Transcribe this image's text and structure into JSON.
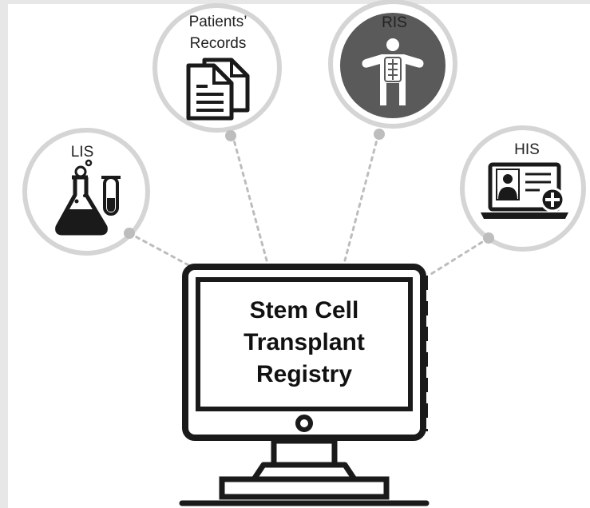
{
  "diagram": {
    "nodes": {
      "lis": {
        "label": "LIS",
        "icon": "lab-flask-test-tube-icon"
      },
      "patients_records": {
        "label_line1": "Patients’",
        "label_line2": "Records",
        "icon": "documents-icon"
      },
      "ris": {
        "label": "RIS",
        "icon": "x-ray-body-icon"
      },
      "his": {
        "label": "HIS",
        "icon": "laptop-doctor-profile-icon"
      }
    },
    "center": {
      "title_line1": "Stem Cell",
      "title_line2": "Transplant",
      "title_line3": "Registry",
      "icon": "desktop-monitor-icon"
    }
  },
  "colors": {
    "background": "#e7e7e7",
    "main_panel": "#ffffff",
    "circle_border": "#d5d5d5",
    "connector": "#bdbdbd",
    "icon_dark": "#1a1a1a",
    "ris_fill": "#5a5a5a"
  }
}
